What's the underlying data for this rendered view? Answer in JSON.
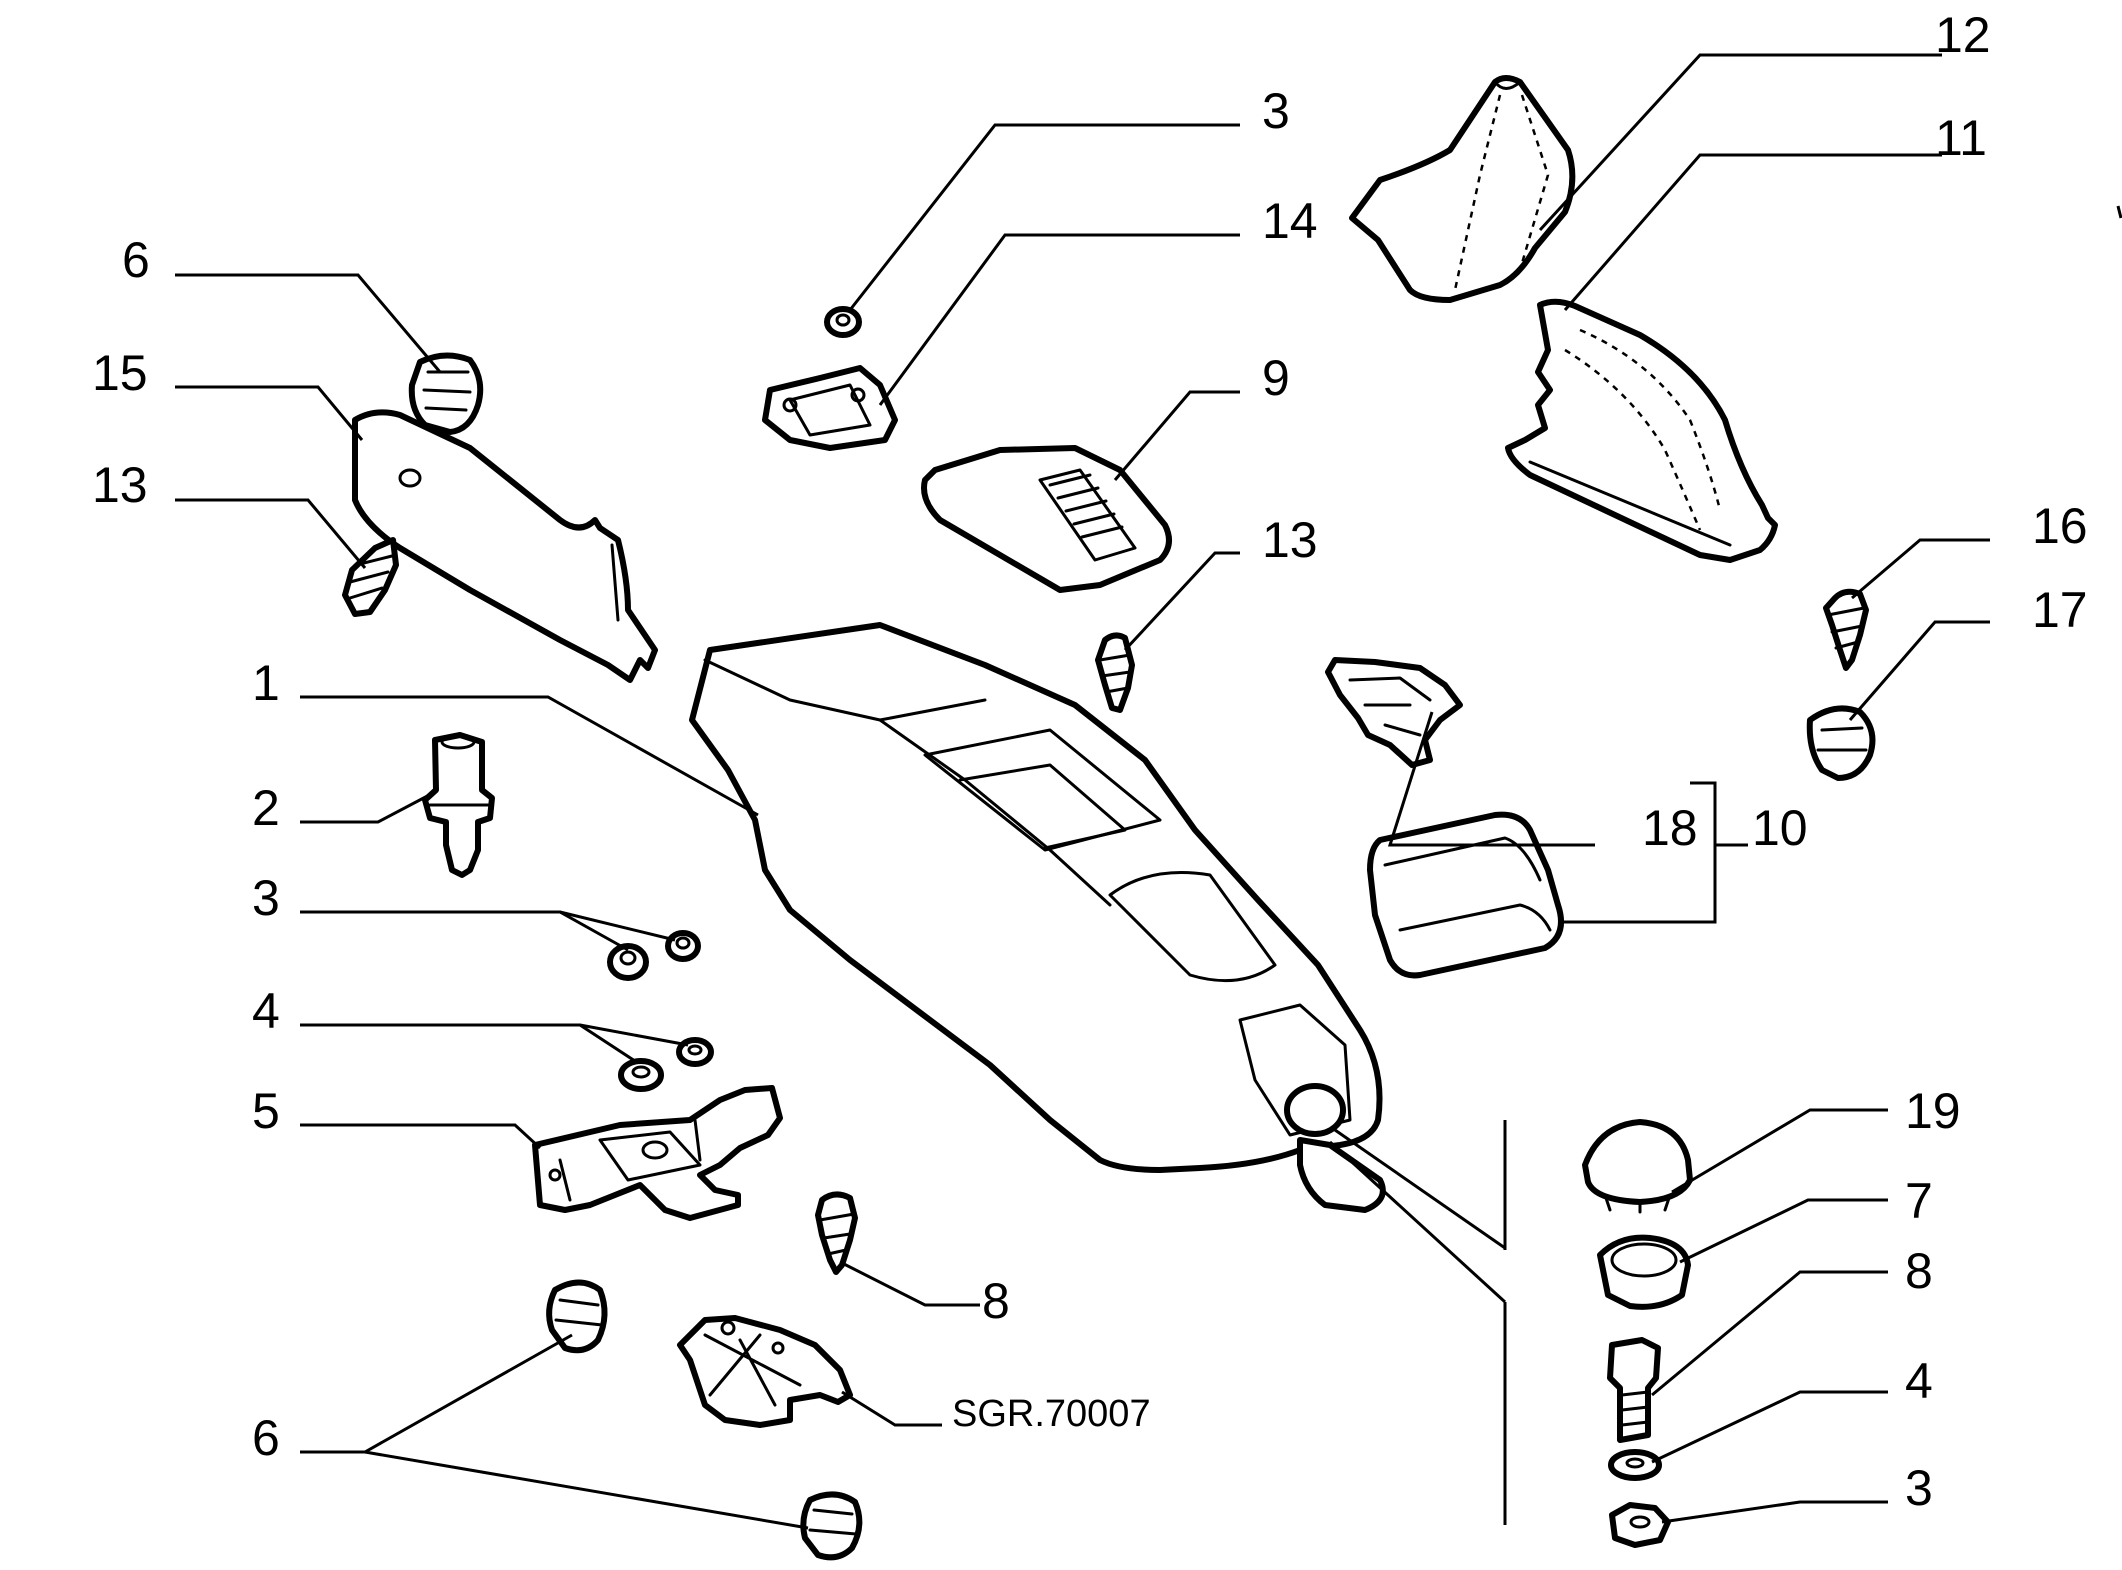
{
  "labels": {
    "l1": "1",
    "l2": "2",
    "l3_top": "3",
    "l3_left": "3",
    "l3_right": "3",
    "l4_left": "4",
    "l4_right": "4",
    "l5": "5",
    "l6_top": "6",
    "l6_bottom": "6",
    "l7": "7",
    "l8_center": "8",
    "l8_right": "8",
    "l9": "9",
    "l10": "10",
    "l11": "11",
    "l12": "12",
    "l13_left": "13",
    "l13_center": "13",
    "l14": "14",
    "l15": "15",
    "l16": "16",
    "l17": "17",
    "l18": "18",
    "l19": "19"
  },
  "reference": "SGR.70007"
}
